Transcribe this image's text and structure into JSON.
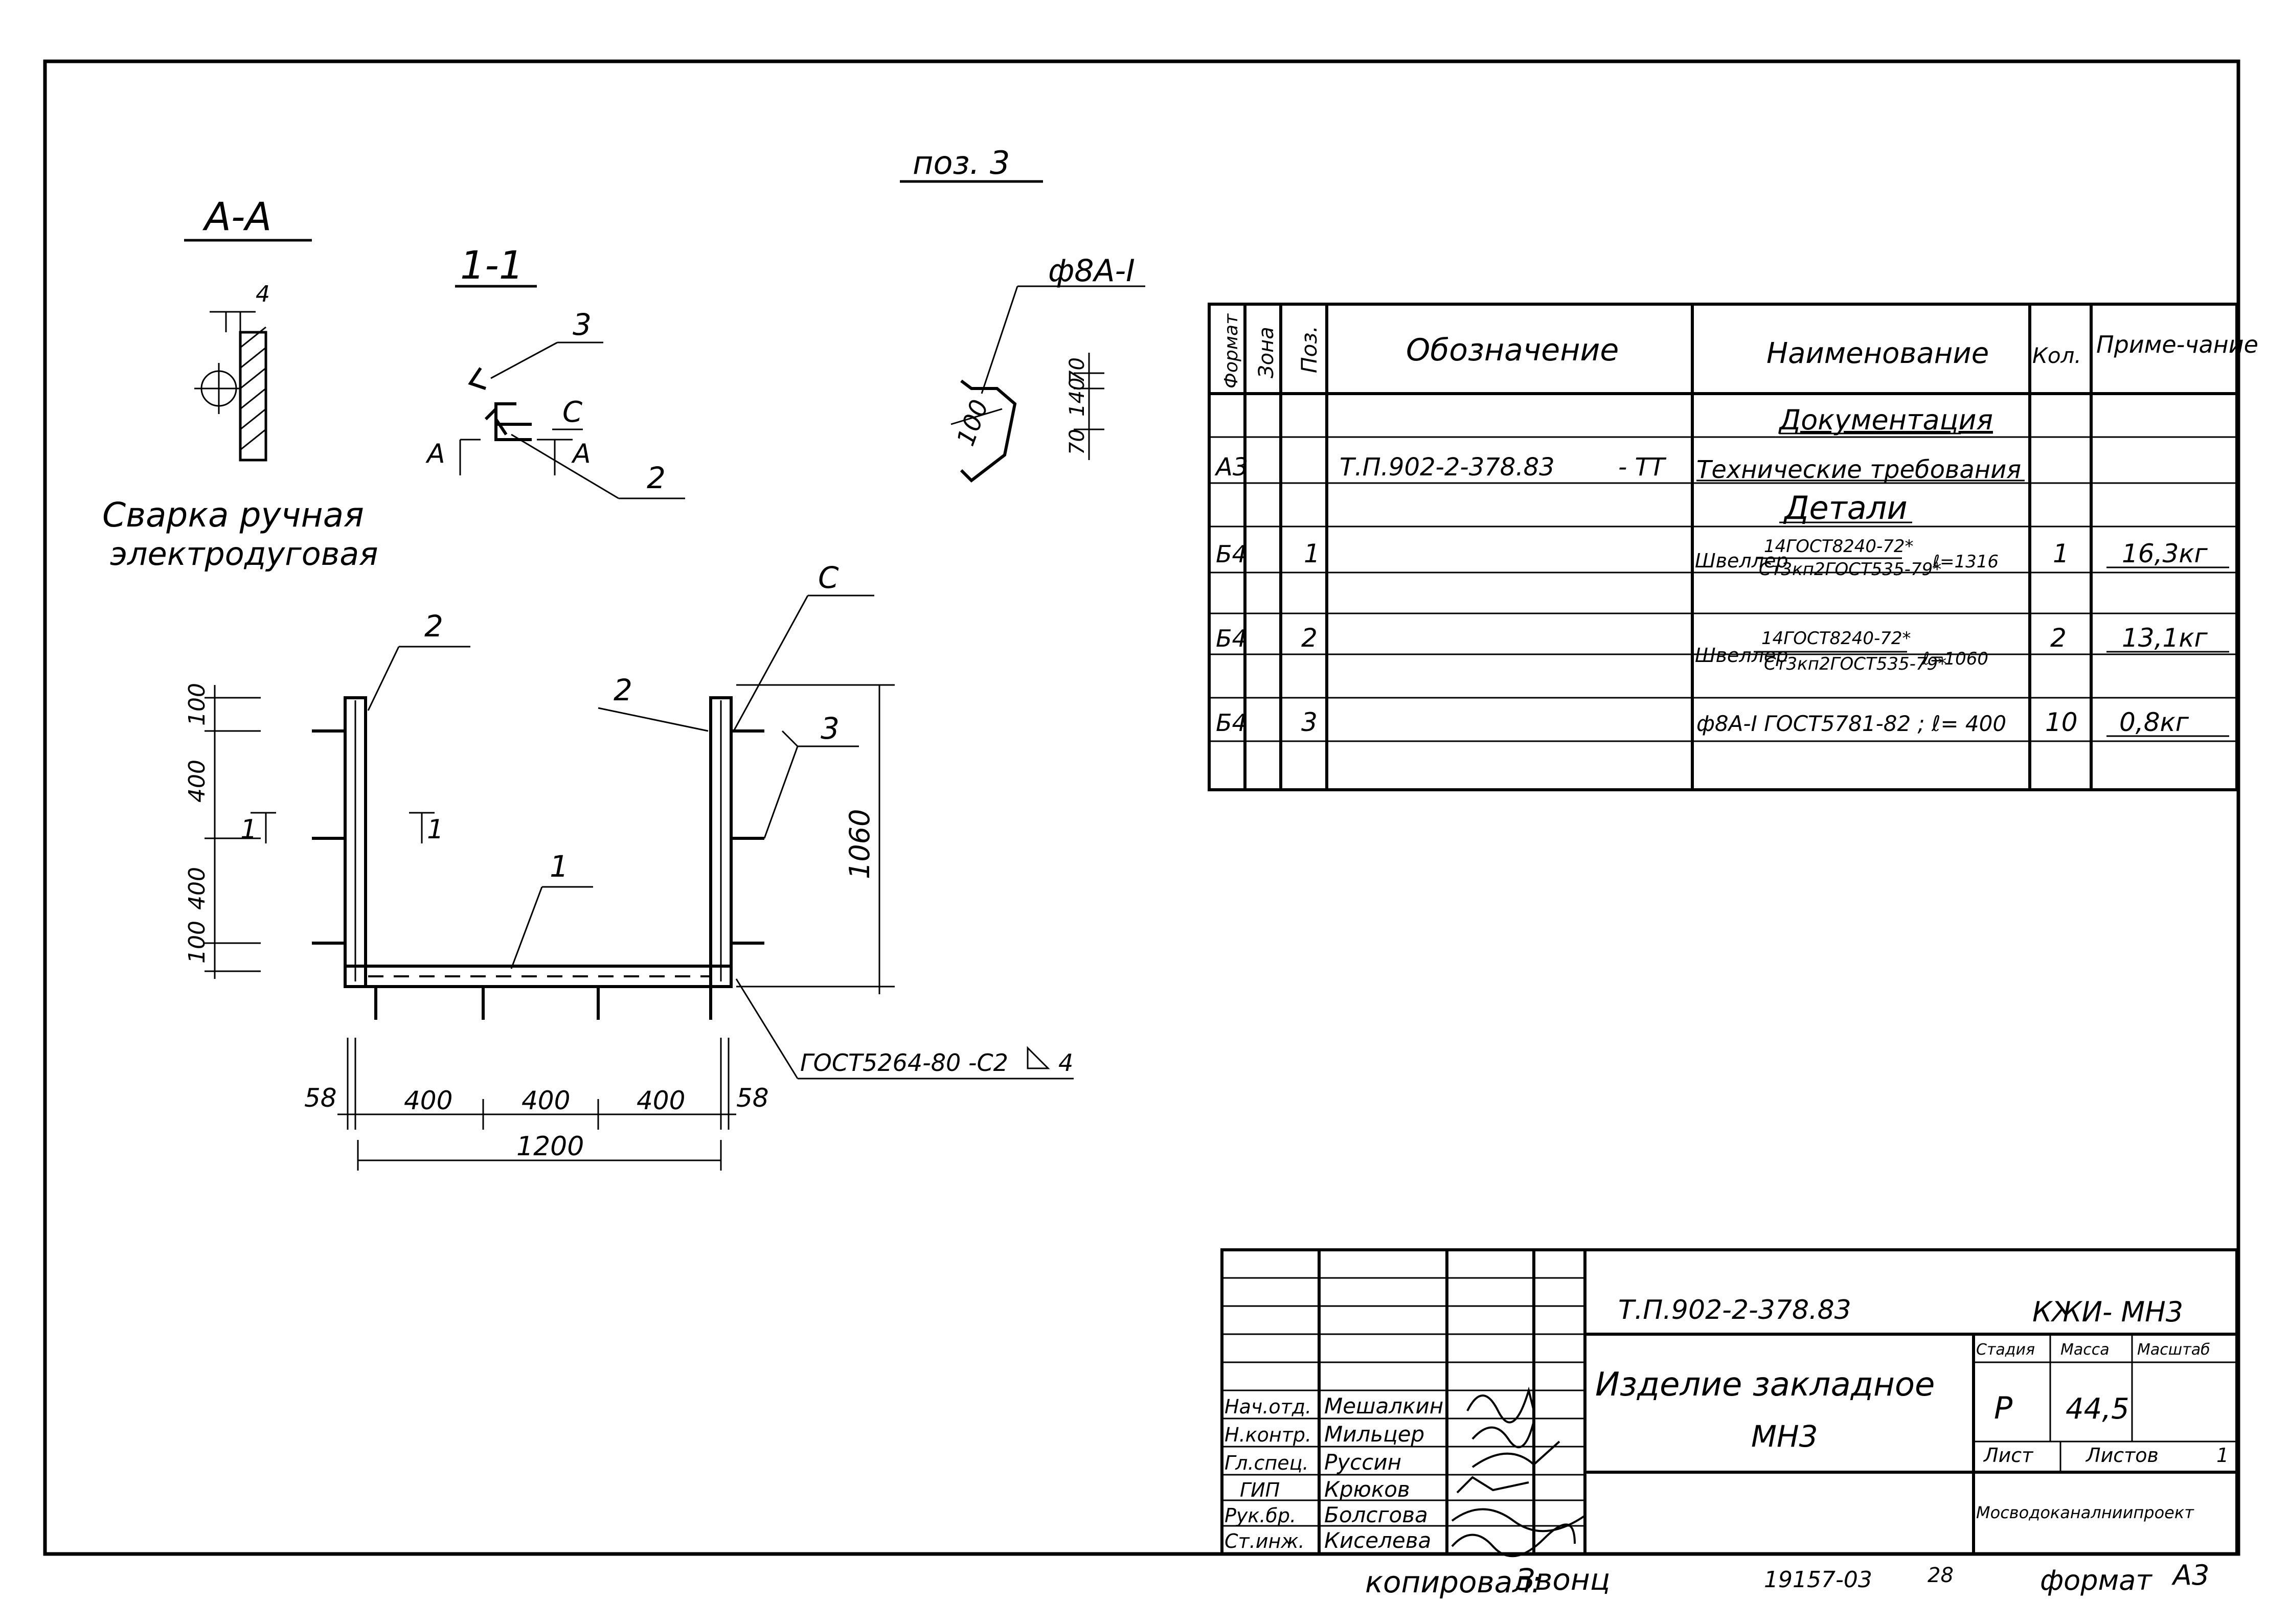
{
  "position_title": "поз. 3",
  "views": {
    "section_aa": "А-А",
    "section_11": "1-1",
    "weld_dim": "4",
    "welding_note": [
      "Сварка ручная",
      "электродуговая"
    ],
    "rod_label": "ф8А-I",
    "rod_dims": [
      "100",
      "70",
      "140",
      "70"
    ],
    "cut_label": "С",
    "cut_arrows": [
      "А",
      "А"
    ],
    "pos_marks": [
      "1",
      "2",
      "3"
    ],
    "section_mark": "1",
    "weld_spec": "ГОСТ5264-80 -С2",
    "weld_leg": "4"
  },
  "front_view_dims": {
    "vertical": [
      "100",
      "400",
      "400",
      "100"
    ],
    "height": "1060",
    "horizontal": [
      "58",
      "400",
      "400",
      "400",
      "58"
    ],
    "total": "1200"
  },
  "spec_table": {
    "headers": [
      "Формат",
      "Зона",
      "Поз.",
      "Обозначение",
      "Наименование",
      "Кол.",
      "Приме-чание"
    ],
    "section_docs": "Документация",
    "doc_row": {
      "format": "А3",
      "designation": "Т.П.902-2-378.83",
      "code": "- ТТ",
      "name": "Технические требования"
    },
    "section_details": "Детали",
    "rows": [
      {
        "format": "Б4",
        "pos": "1",
        "name_main": "Швеллер",
        "name_top": "14ГОСТ8240-72*",
        "name_bottom": "Ст3кп2ГОСТ535-79*",
        "length": "ℓ=1316",
        "qty": "1",
        "note": "16,3кг"
      },
      {
        "format": "Б4",
        "pos": "2",
        "name_main": "Швеллер",
        "name_top": "14ГОСТ8240-72*",
        "name_bottom": "Ст3кп2ГОСТ535-79*",
        "length": "ℓ=1060",
        "qty": "2",
        "note": "13,1кг"
      },
      {
        "format": "Б4",
        "pos": "3",
        "name_main": "ф8А-I ГОСТ5781-82 ; ℓ= 400",
        "qty": "10",
        "note": "0,8кг"
      }
    ]
  },
  "title_block": {
    "project_code": "Т.П.902-2-378.83",
    "doc_code": "КЖИ- МН3",
    "item_title": "Изделие закладное",
    "item_code": "МН3",
    "stage_label": "Стадия",
    "mass_label": "Масса",
    "scale_label": "Масштаб",
    "stage": "Р",
    "mass": "44,5",
    "sheet_label": "Лист",
    "sheets_label": "Листов",
    "sheets": "1",
    "organization": "Мосводоканалниипроект",
    "roles": [
      {
        "role": "Нач.отд.",
        "name": "Мешалкин"
      },
      {
        "role": "Н.контр.",
        "name": "Мильцер"
      },
      {
        "role": "Гл.спец.",
        "name": "Руссин"
      },
      {
        "role": "ГИП",
        "name": "Крюков"
      },
      {
        "role": "Рук.бр.",
        "name": "Болсгова"
      },
      {
        "role": "Ст.инж.",
        "name": "Киселева"
      }
    ]
  },
  "footer": {
    "copied": "копировал:",
    "copier": "Звонц",
    "number": "19157-03",
    "page": "28",
    "format_label": "формат",
    "format": "А3"
  }
}
